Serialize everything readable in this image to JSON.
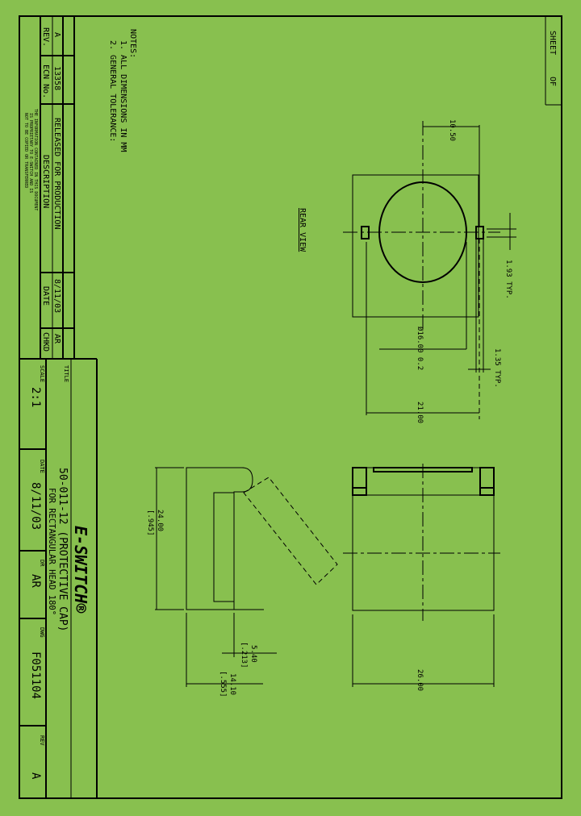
{
  "sheet": {
    "label": "SHEET",
    "of_label": "OF"
  },
  "notes": {
    "heading": "NOTES:",
    "items": [
      "1. ALL DIMENSIONS IN MM",
      "2. GENERAL TOLERANCE:"
    ]
  },
  "revision_block": {
    "headers": {
      "rev": "REV.",
      "ecn": "ECN No.",
      "description": "DESCRIPTION",
      "date": "DATE",
      "chkd": "CHKD"
    },
    "rows": [
      {
        "rev": "A",
        "ecn": "13358",
        "description": "RELEASED FOR PRODUCTION",
        "date": "8/11/03",
        "chkd": "AR"
      }
    ],
    "proprietary": [
      "THE INFORMATION CONTAINED IN THIS DOCUMENT",
      "IS PROPRIETARY TO E-SWITCH AND IS",
      "NOT TO BE COPIED OR TRANSFERRED"
    ]
  },
  "title_block": {
    "title_label": "TITLE",
    "title_line1": "50-011-12 (PROTECTIVE CAP)",
    "title_line2": "FOR RECTANGULAR HEAD 180°",
    "logo": "E-SWITCH®",
    "scale_label": "SCALE",
    "scale": "2:1",
    "date_label": "DATE",
    "date": "8/11/03",
    "dr_label": "DR",
    "dr": "AR",
    "dwg_label": "DWG",
    "dwg": "F051104",
    "rev_label": "REV",
    "rev": "A"
  },
  "drawing": {
    "rear_view_label": "REAR VIEW",
    "dimensions": {
      "d1050": "10.50",
      "d193": "1.93 TYP.",
      "d135": "1.35 TYP.",
      "dia16": "Ø16.00 0.2",
      "d2100": "21.00",
      "d2400": "24.00",
      "d2400_in": "[.945]",
      "d540": "5.40",
      "d540_in": "[.213]",
      "d1410": "14.10",
      "d1410_in": "[.555]",
      "d2600": "26.00"
    }
  }
}
